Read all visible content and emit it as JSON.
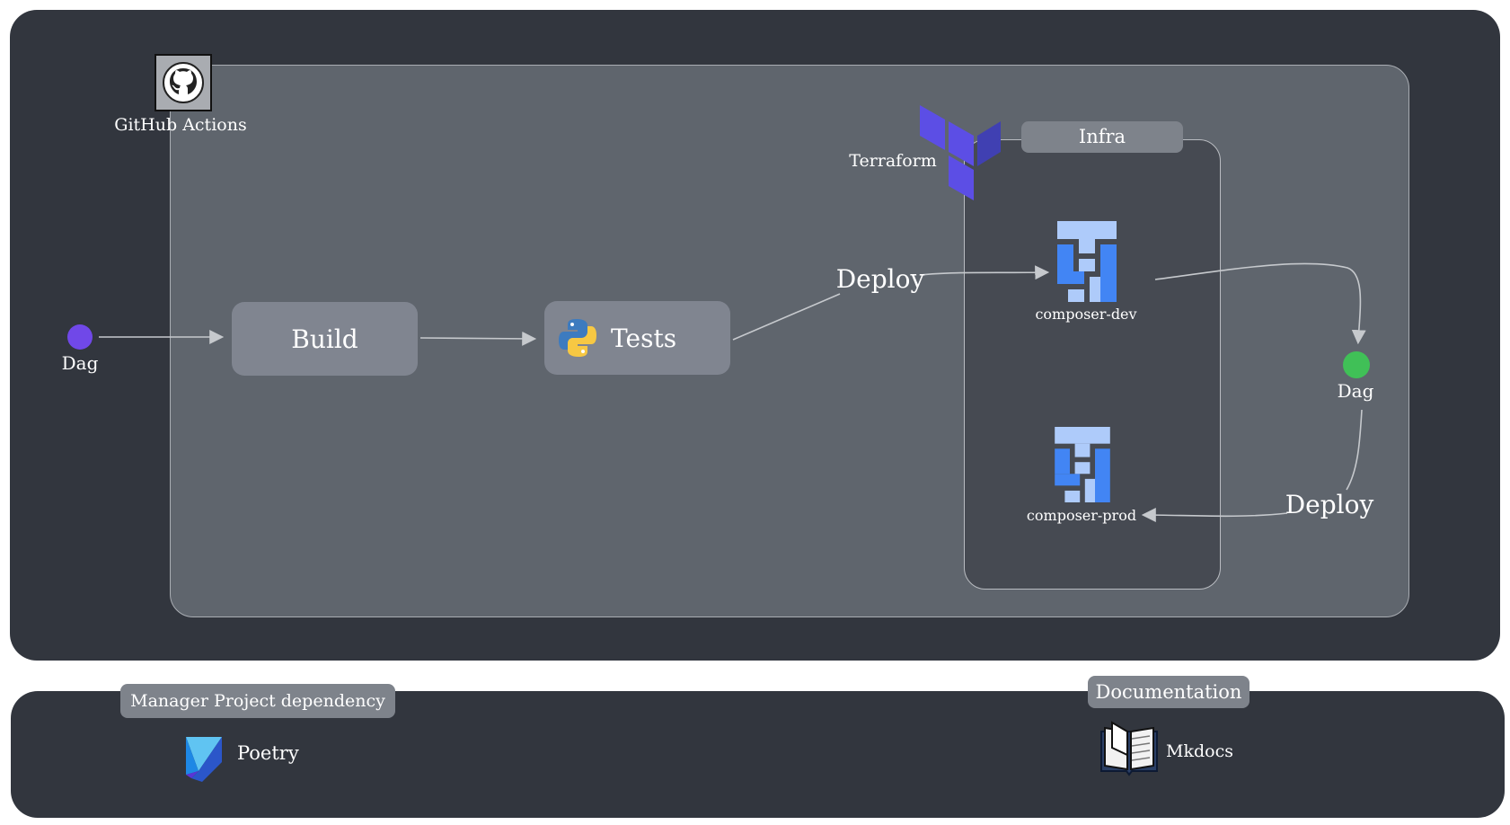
{
  "github": {
    "label": "GitHub Actions",
    "icon": "github-icon"
  },
  "terraform": {
    "label": "Terraform",
    "icon": "terraform-icon"
  },
  "infra": {
    "label": "Infra"
  },
  "pipeline": {
    "start_label": "Dag",
    "build_label": "Build",
    "tests_label": "Tests",
    "deploy_dev_label": "Deploy",
    "composer_dev_label": "composer-dev",
    "composer_prod_label": "composer-prod",
    "end_label": "Dag",
    "deploy_prod_label": "Deploy"
  },
  "tools": {
    "dependency_label": "Manager Project dependency",
    "poetry_label": "Poetry",
    "docs_label": "Documentation",
    "mkdocs_label": "Mkdocs"
  },
  "colors": {
    "start_dot": "#7048e8",
    "end_dot": "#40c057",
    "terraform": "#5c4ee5",
    "composer": "#4285f4",
    "poetry": "#1e88e5"
  }
}
